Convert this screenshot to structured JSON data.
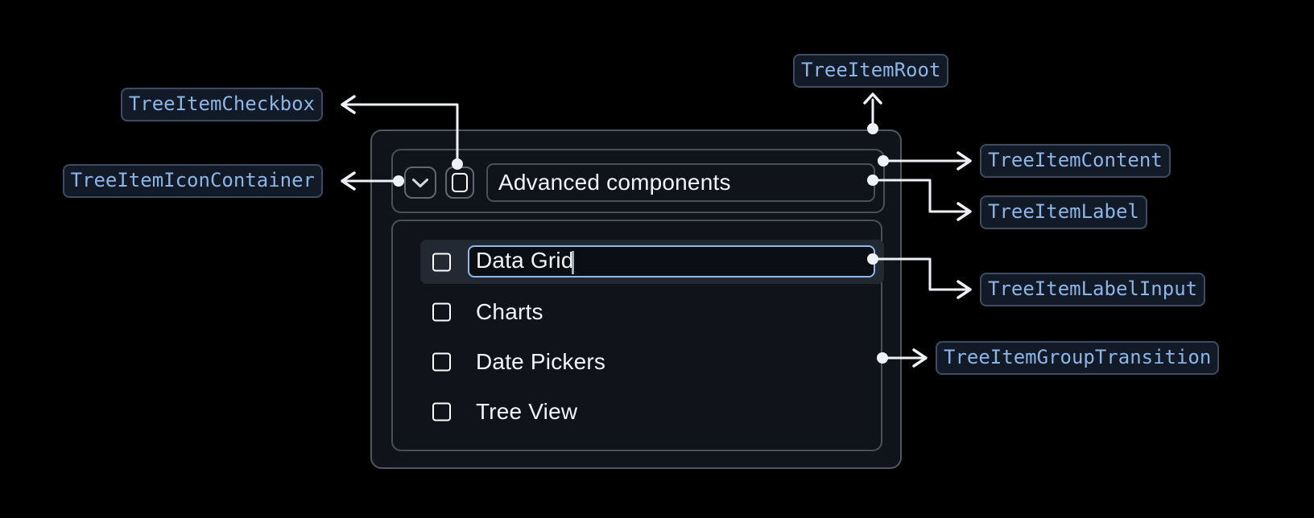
{
  "page": {
    "background": "#000000"
  },
  "anatomy_labels": {
    "root": "TreeItemRoot",
    "content": "TreeItemContent",
    "label": "TreeItemLabel",
    "label_input": "TreeItemLabelInput",
    "group_transition": "TreeItemGroupTransition",
    "checkbox": "TreeItemCheckbox",
    "icon_container": "TreeItemIconContainer"
  },
  "tree_item": {
    "parent": {
      "label": "Advanced components",
      "expanded": true,
      "checkbox_checked": false
    },
    "editing_row": {
      "input_value": "Data Grid",
      "checkbox_checked": false
    },
    "rows": [
      "Charts",
      "Date Pickers",
      "Tree View"
    ]
  },
  "icons": {
    "expand": "chevron-down-icon",
    "checkbox": "checkbox-unchecked-icon"
  },
  "colors": {
    "input_focus_border": "#8fb9ea",
    "annotation_text": "#8cb5e6",
    "annotation_bg": "#111a26",
    "annotation_border": "#3c4d61",
    "connector": "#eef2f6",
    "row_highlight": "#222933",
    "panel_bg": "#10141a",
    "panel_border": "#51575f"
  }
}
